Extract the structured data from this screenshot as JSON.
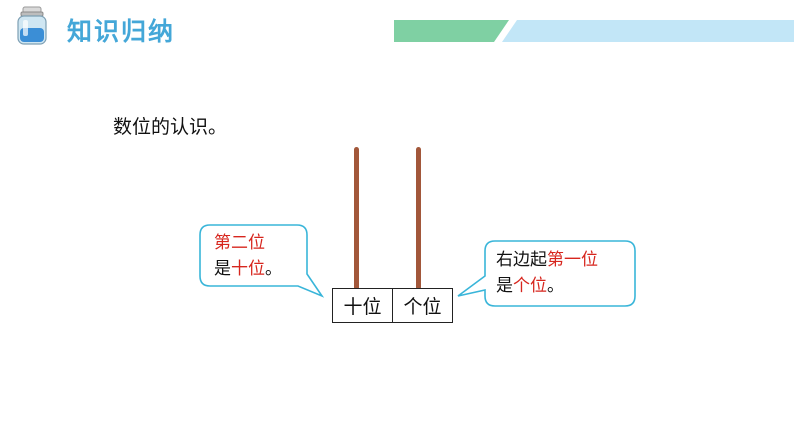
{
  "header": {
    "title": "知识归纳"
  },
  "main": {
    "intro": "数位的认识。"
  },
  "place_table": {
    "tens_label": "十位",
    "ones_label": "个位"
  },
  "callout_left": {
    "line1": "第二位",
    "line2_prefix": "是",
    "line2_highlight": "十位",
    "line2_suffix": "。"
  },
  "callout_right": {
    "line1_prefix": "右边起",
    "line1_highlight": "第一位",
    "line2_prefix": "是",
    "line2_highlight": "个位",
    "line2_suffix": "。"
  },
  "colors": {
    "title": "#44a7d8",
    "banner_green": "#7fd0a3",
    "banner_blue": "#c2e6f7",
    "rod": "#a2573a",
    "callout_border": "#39b5d9",
    "highlight": "#d7261e"
  }
}
